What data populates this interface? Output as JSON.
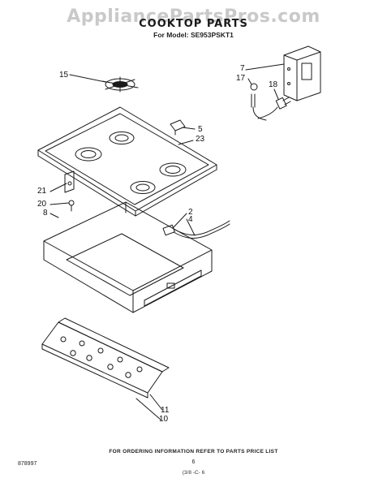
{
  "watermark": "AppliancePartsPros.com",
  "title": "COOKTOP PARTS",
  "model_line": "For Model: SE953PSKT1",
  "callouts": {
    "c15": "15",
    "c7": "7",
    "c17": "17",
    "c18": "18",
    "c5": "5",
    "c23": "23",
    "c21": "21",
    "c20": "20",
    "c8": "8",
    "c2": "2",
    "c4": "4",
    "c11": "11",
    "c10": "10"
  },
  "footer_text": "FOR ORDERING INFORMATION REFER TO PARTS PRICE LIST",
  "doc_number": "878997",
  "page_number": "6",
  "revision": "(3/8 -C- 6"
}
